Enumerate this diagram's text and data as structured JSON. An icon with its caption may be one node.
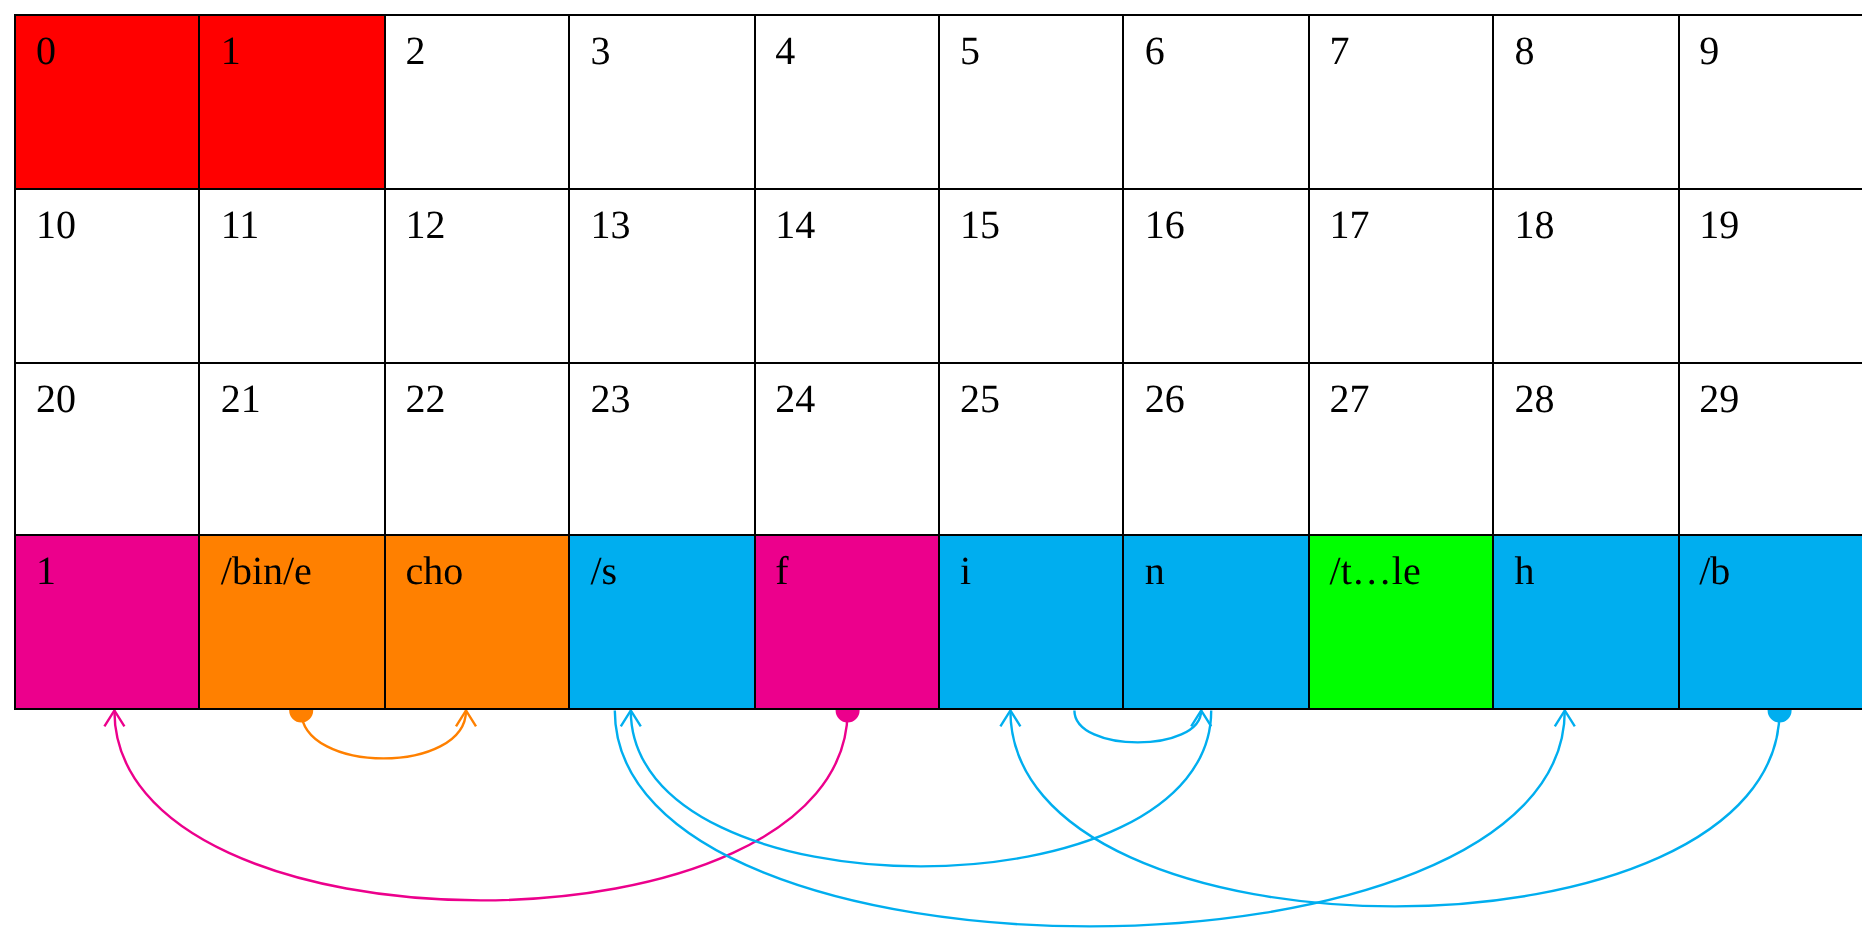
{
  "diagram": {
    "nodes": [
      {
        "text": [
          "0"
        ]
      },
      {
        "text": [
          "1"
        ]
      },
      {
        "text": [
          "2"
        ]
      },
      {
        "text": [
          "3"
        ]
      },
      {
        "text": [
          "4"
        ]
      },
      {
        "text": [
          "5"
        ]
      },
      {
        "text": [
          "6"
        ]
      },
      {
        "text": [
          "7"
        ]
      },
      {
        "text": [
          "8"
        ]
      },
      {
        "text": [
          "9"
        ]
      },
      {
        "text": [
          "10"
        ]
      },
      {
        "text": [
          "11"
        ]
      },
      {
        "text": [
          "12"
        ]
      },
      {
        "text": [
          "13"
        ]
      },
      {
        "text": [
          "14"
        ]
      },
      {
        "text": [
          "15"
        ]
      },
      {
        "text": [
          "16"
        ]
      },
      {
        "text": [
          "17"
        ]
      },
      {
        "text": [
          "18"
        ]
      },
      {
        "text": [
          "19"
        ]
      },
      {
        "text": [
          "20"
        ]
      },
      {
        "text": [
          "21"
        ]
      },
      {
        "text": [
          "22"
        ]
      },
      {
        "text": [
          "23"
        ]
      },
      {
        "text": [
          "24"
        ]
      },
      {
        "text": [
          "25"
        ]
      },
      {
        "text": [
          "26"
        ]
      },
      {
        "text": [
          "27"
        ]
      },
      {
        "text": [
          "28"
        ]
      },
      {
        "text": [
          "29"
        ]
      },
      {
        "text": [
          "1"
        ]
      },
      {
        "text": [
          "/bin/e"
        ]
      },
      {
        "text": [
          "cho"
        ]
      },
      {
        "text": [
          "/s"
        ]
      },
      {
        "text": [
          "f"
        ]
      },
      {
        "text": [
          "i"
        ]
      },
      {
        "text": [
          "n"
        ]
      },
      {
        "text": [
          "/t…le"
        ]
      },
      {
        "text": [
          "h"
        ]
      },
      {
        "text": [
          "/b"
        ]
      }
    ],
    "edges": [
      {
        "from": 31,
        "to": 32,
        "arrow": "to",
        "color": "#ff8000"
      },
      {
        "from": 34,
        "to": 30,
        "arrow": "to",
        "color": "#ec008c"
      },
      {
        "from": 39,
        "to": 35,
        "arrow": "to"
      },
      {
        "from": 35,
        "to": 36,
        "arrow": "to"
      },
      {
        "from": 36,
        "to": 33,
        "arrow": "to"
      },
      {
        "from": 33,
        "to": 38,
        "arrow": "to"
      }
    ]
  }
}
